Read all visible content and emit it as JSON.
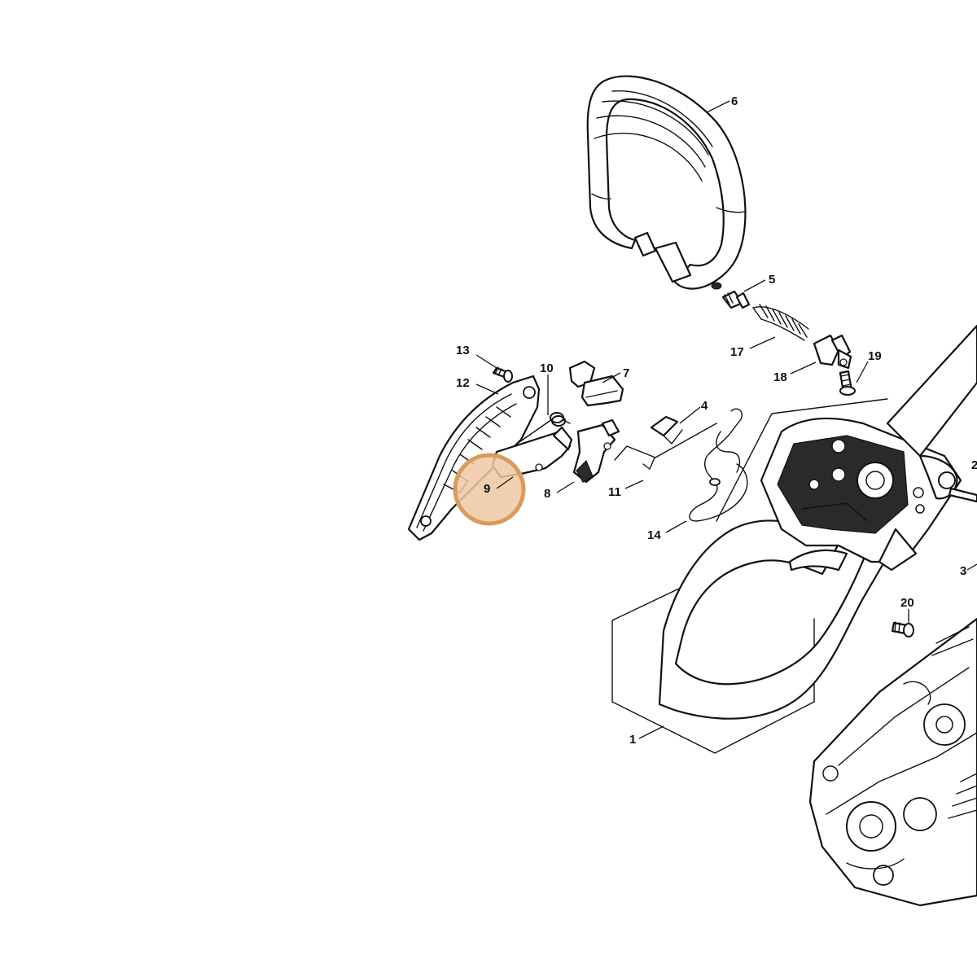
{
  "diagram": {
    "highlight_color": "#d99a5b",
    "highlighted_part": "9",
    "callouts": [
      {
        "id": "1",
        "label": "1"
      },
      {
        "id": "2",
        "label": "2"
      },
      {
        "id": "3",
        "label": "3"
      },
      {
        "id": "4",
        "label": "4"
      },
      {
        "id": "5",
        "label": "5"
      },
      {
        "id": "6",
        "label": "6"
      },
      {
        "id": "7",
        "label": "7"
      },
      {
        "id": "8",
        "label": "8"
      },
      {
        "id": "9",
        "label": "9"
      },
      {
        "id": "10",
        "label": "10"
      },
      {
        "id": "11",
        "label": "11"
      },
      {
        "id": "12",
        "label": "12"
      },
      {
        "id": "13",
        "label": "13"
      },
      {
        "id": "14",
        "label": "14"
      },
      {
        "id": "17",
        "label": "17"
      },
      {
        "id": "18",
        "label": "18"
      },
      {
        "id": "19",
        "label": "19"
      },
      {
        "id": "20",
        "label": "20"
      }
    ]
  }
}
